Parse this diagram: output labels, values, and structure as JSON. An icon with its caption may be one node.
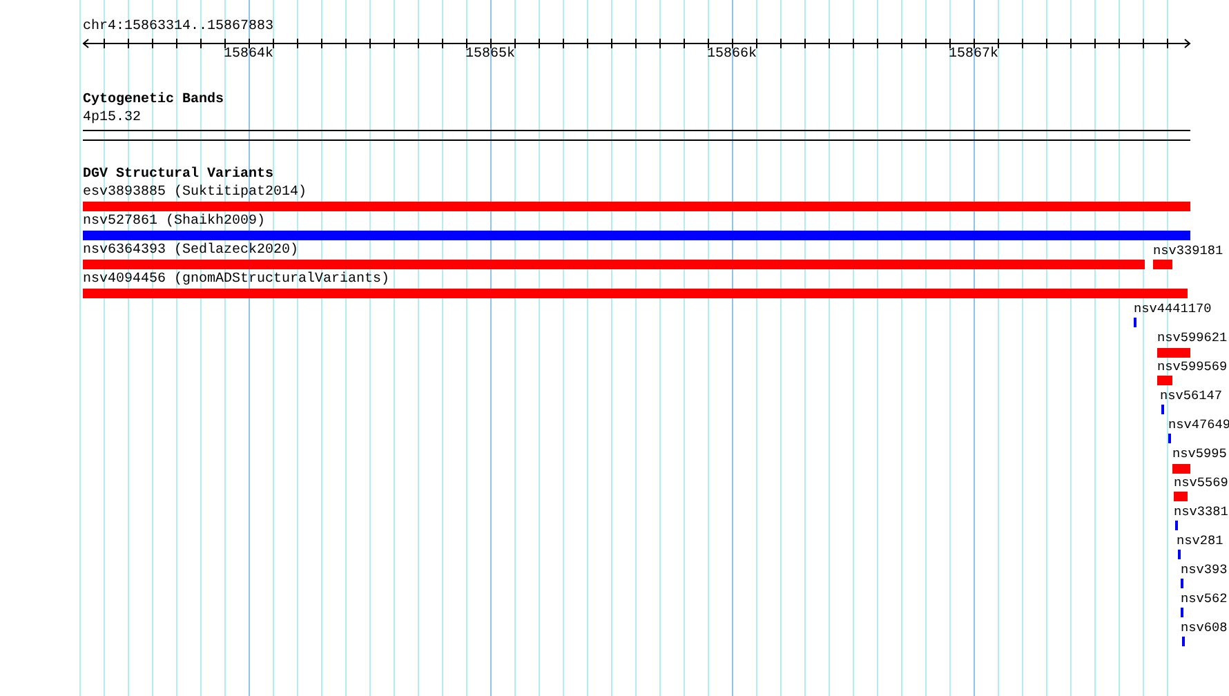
{
  "diagram": {
    "nodes": [
      {
        "text": [
          "esv3893885 (Suktitipat2014)"
        ]
      },
      {
        "text": [
          "nsv527861 (Shaikh2009)"
        ]
      },
      {
        "text": [
          "nsv6364393 (Sedlazeck2020)"
        ]
      },
      {
        "text": [
          "nsv339181"
        ]
      },
      {
        "text": [
          "nsv4094456 (gnomADStructuralVariants)"
        ]
      },
      {
        "text": [
          "nsv4441170"
        ]
      },
      {
        "text": [
          "nsv599621"
        ]
      },
      {
        "text": [
          "nsv599569"
        ]
      },
      {
        "text": [
          "nsv56147"
        ]
      },
      {
        "text": [
          "nsv47649"
        ]
      },
      {
        "text": [
          "nsv5995"
        ]
      },
      {
        "text": [
          "nsv5569"
        ]
      },
      {
        "text": [
          "nsv3381"
        ]
      },
      {
        "text": [
          "nsv281"
        ]
      },
      {
        "text": [
          "nsv393"
        ]
      },
      {
        "text": [
          "nsv562"
        ]
      },
      {
        "text": [
          "nsv608"
        ]
      }
    ],
    "labels": [
      "chr4:15863314..15867883",
      "15864k",
      "15865k",
      "15866k",
      "15867k",
      "Cytogenetic Bands",
      "4p15.32",
      "DGV Structural Variants"
    ]
  }
}
